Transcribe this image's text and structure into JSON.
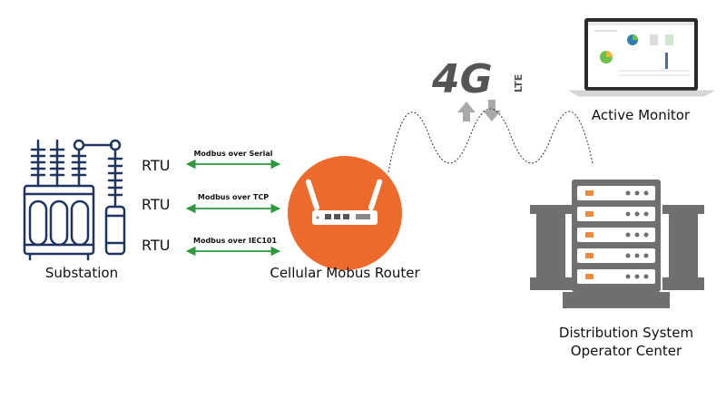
{
  "labels": {
    "substation": "Substation",
    "router": "Cellular Mobus Router",
    "active_monitor": "Active Monitor",
    "dso_line1": "Distribution System",
    "dso_line2": "Operator Center",
    "lte_main": "4G",
    "lte_sub": "LTE"
  },
  "links": [
    {
      "rtu": "RTU",
      "protocol": "Modbus over Serial"
    },
    {
      "rtu": "RTU",
      "protocol": "Modbus over TCP"
    },
    {
      "rtu": "RTU",
      "protocol": "Modbus over IEC101"
    }
  ],
  "colors": {
    "line_art": "#1f3560",
    "arrow": "#2a9a3c",
    "router": "#ee6a2c",
    "server": "#6f6f6f",
    "server_led": "#f08a3a",
    "lte_logo": "#555555",
    "updown_arrow": "#a9a9a9",
    "wave": "#333333"
  }
}
